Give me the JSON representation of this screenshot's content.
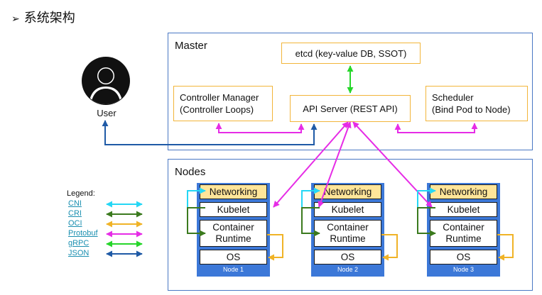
{
  "title": "系统架构",
  "master": {
    "label": "Master",
    "etcd": "etcd (key-value DB, SSOT)",
    "controller_manager": [
      "Controller Manager",
      "(Controller Loops)"
    ],
    "api_server": "API Server (REST API)",
    "scheduler": [
      "Scheduler",
      "(Bind Pod to Node)"
    ]
  },
  "user": {
    "label": "User"
  },
  "nodes": {
    "label": "Nodes",
    "items": [
      {
        "networking": "Networking",
        "kubelet": "Kubelet",
        "runtime": [
          "Container",
          "Runtime"
        ],
        "os": "OS",
        "name": "Node 1"
      },
      {
        "networking": "Networking",
        "kubelet": "Kubelet",
        "runtime": [
          "Container",
          "Runtime"
        ],
        "os": "OS",
        "name": "Node 2"
      },
      {
        "networking": "Networking",
        "kubelet": "Kubelet",
        "runtime": [
          "Container",
          "Runtime"
        ],
        "os": "OS",
        "name": "Node 3"
      }
    ]
  },
  "legend": {
    "title": "Legend:",
    "items": [
      {
        "name": "CNI",
        "color": "#25d7f5"
      },
      {
        "name": "CRI",
        "color": "#3b7a1e"
      },
      {
        "name": "OCI",
        "color": "#f0b327"
      },
      {
        "name": "Protobuf",
        "color": "#e62ce6"
      },
      {
        "name": "gRPC",
        "color": "#26d62a"
      },
      {
        "name": "JSON",
        "color": "#1f5aa6"
      }
    ]
  },
  "colors": {
    "panel_border": "#4a78c4",
    "component_border": "#f2b53a",
    "node_fill": "#3c78d8",
    "networking_fill": "#ffe599"
  }
}
